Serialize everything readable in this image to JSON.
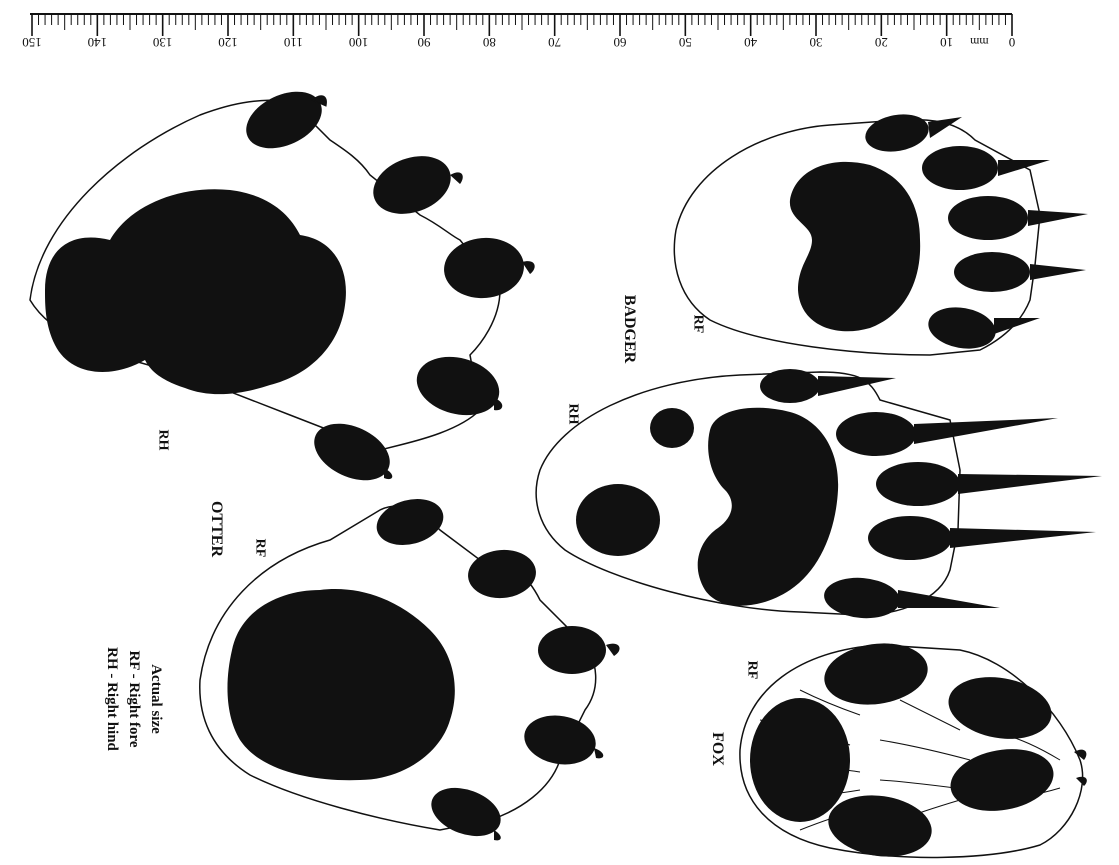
{
  "ruler": {
    "unit": "mm",
    "tick_labels": [
      "0",
      "10",
      "20",
      "30",
      "40",
      "50",
      "60",
      "70",
      "80",
      "90",
      "100",
      "110",
      "120",
      "130",
      "140",
      "150"
    ]
  },
  "animals": {
    "fox": {
      "name": "FOX",
      "prints": [
        {
          "label": "RF"
        }
      ]
    },
    "badger": {
      "name": "BADGER",
      "prints": [
        {
          "label": "RF"
        },
        {
          "label": "RH"
        }
      ]
    },
    "otter": {
      "name": "OTTER",
      "prints": [
        {
          "label": "RF"
        },
        {
          "label": "RH"
        }
      ]
    }
  },
  "legend": {
    "line1": "Actual size",
    "line2": "RF - Right fore",
    "line3": "RH - Right hind"
  },
  "colors": {
    "ink": "#111111",
    "paper": "#ffffff"
  }
}
